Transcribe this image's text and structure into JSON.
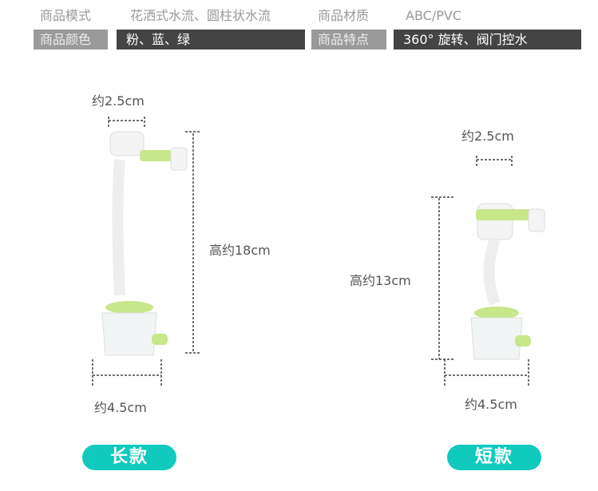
{
  "specs": {
    "row1": [
      {
        "label": "商品模式",
        "value": "花洒式水流、圆柱状水流"
      },
      {
        "label": "商品材质",
        "value": "ABC/PVC"
      }
    ],
    "row2": [
      {
        "label": "商品颜色",
        "value": "粉、蓝、绿"
      },
      {
        "label": "商品特点",
        "value": "360° 旋转、阀门控水"
      }
    ]
  },
  "long": {
    "top_width": "约2.5cm",
    "height": "高约18cm",
    "bottom_width": "约4.5cm",
    "button": "长款"
  },
  "short": {
    "top_width": "约2.5cm",
    "height": "高约13cm",
    "bottom_width": "约4.5cm",
    "button": "短款"
  },
  "colors": {
    "accent": "#0fcabd",
    "green": "#c8e68a"
  }
}
